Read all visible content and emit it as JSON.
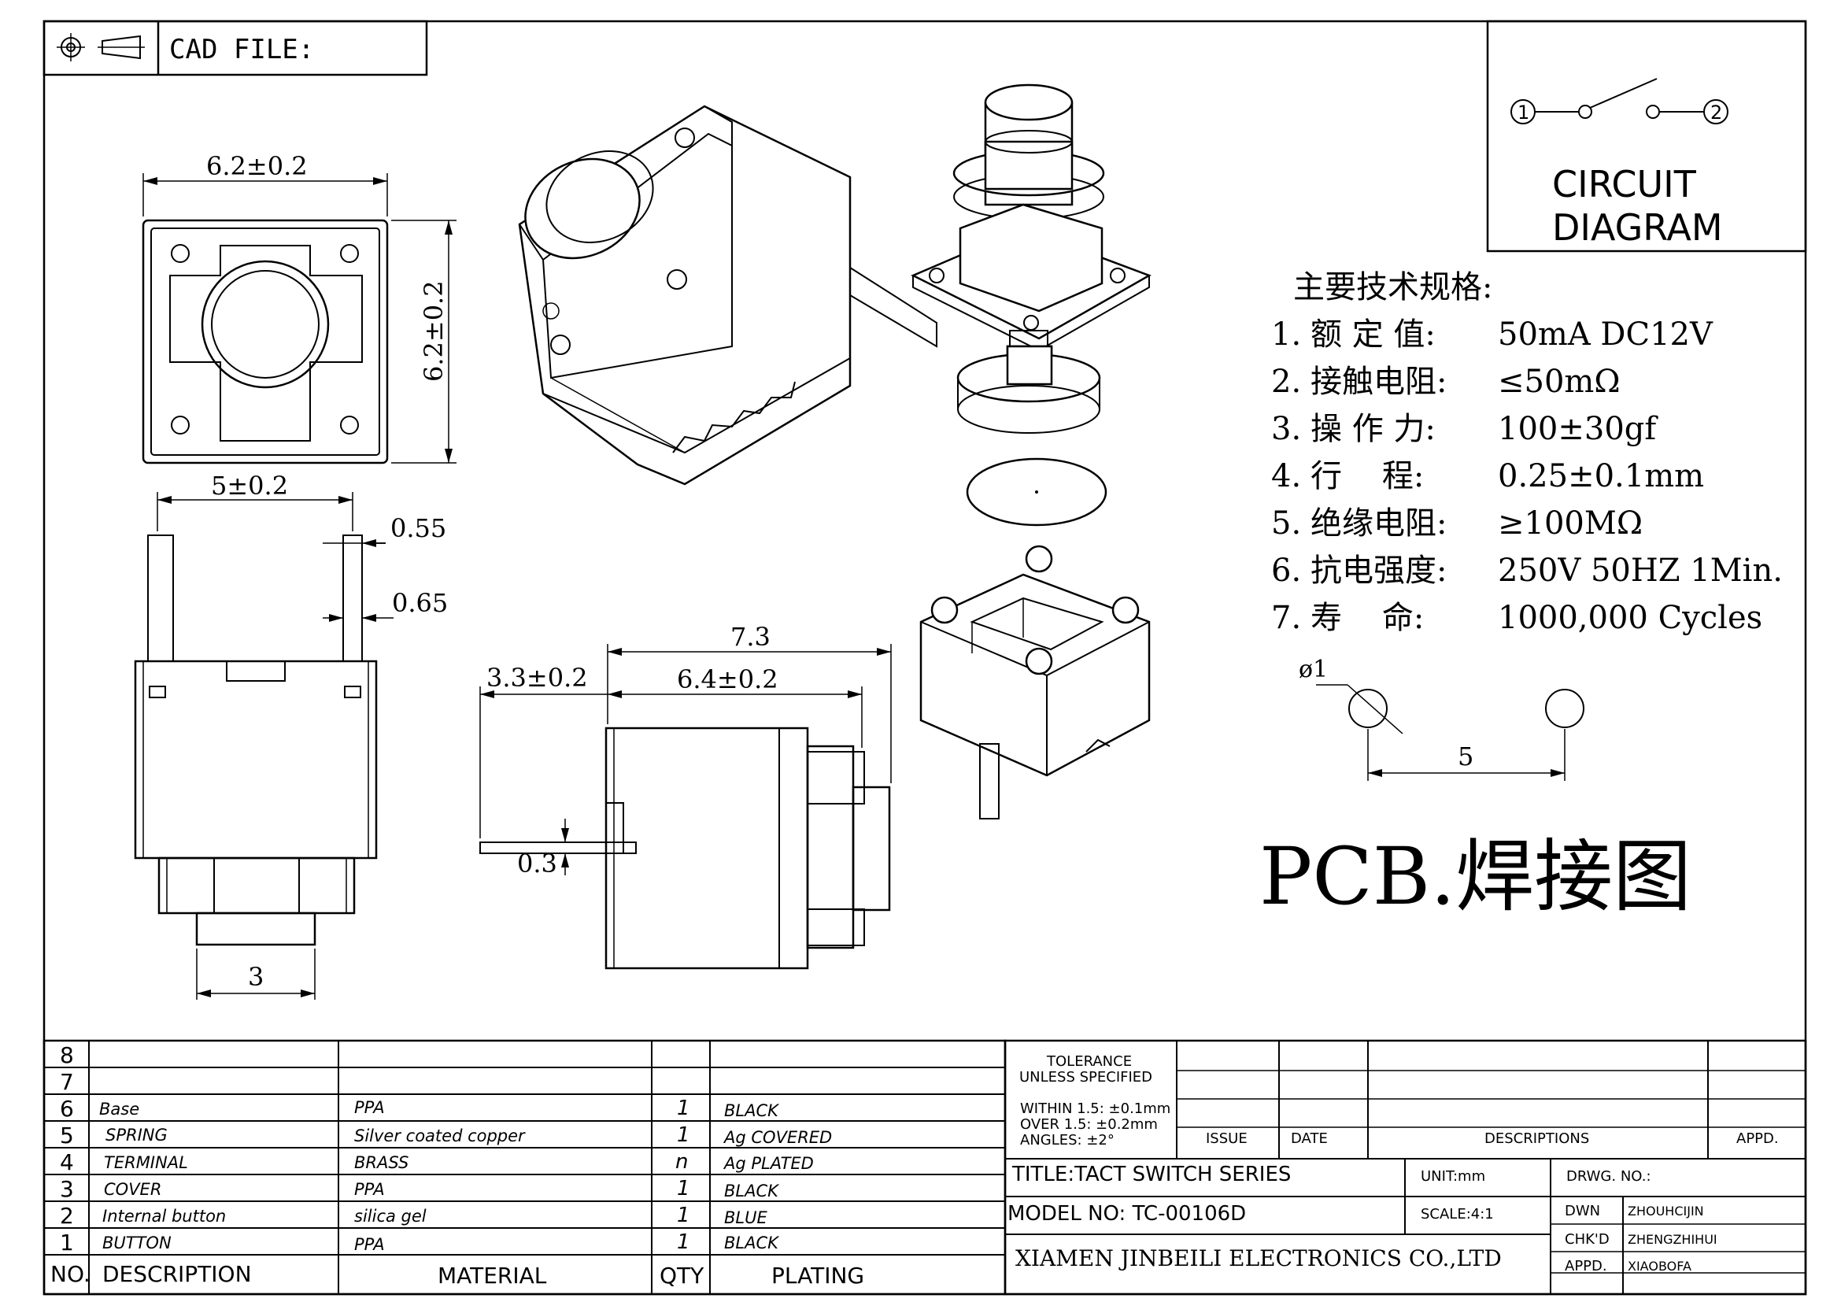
{
  "header": {
    "cad_label": "CAD FILE:"
  },
  "circuit": {
    "pin1": "1",
    "pin2": "2",
    "title_line1": "CIRCUIT",
    "title_line2": "DIAGRAM"
  },
  "specs": {
    "heading": "主要技术规格:",
    "items": [
      {
        "num": "1.",
        "name": "额 定 值:",
        "value": "50mA DC12V"
      },
      {
        "num": "2.",
        "name": "接触电阻:",
        "value": "≤50mΩ"
      },
      {
        "num": "3.",
        "name": "操 作 力:",
        "value": "100±30gf"
      },
      {
        "num": "4.",
        "name": "行    程:",
        "value": "0.25±0.1mm"
      },
      {
        "num": "5.",
        "name": "绝缘电阻:",
        "value": "≥100MΩ"
      },
      {
        "num": "6.",
        "name": "抗电强度:",
        "value": "250V 50HZ 1Min."
      },
      {
        "num": "7.",
        "name": "寿    命:",
        "value": "1000,000 Cycles"
      }
    ]
  },
  "pcb": {
    "hole_dia": "ø1",
    "pitch": "5",
    "title": "PCB.焊接图"
  },
  "dims": {
    "top_width": "6.2±0.2",
    "top_height": "6.2±0.2",
    "front_pitch": "5±0.2",
    "pin_055": "0.55",
    "pin_065": "0.65",
    "front_stem": "3",
    "side_overall": "7.3",
    "side_stem": "3.3±0.2",
    "side_body": "6.4±0.2",
    "side_pin": "0.3"
  },
  "bom": {
    "rows": [
      {
        "no": "8",
        "desc": "",
        "material": "",
        "qty": "",
        "plating": ""
      },
      {
        "no": "7",
        "desc": "",
        "material": "",
        "qty": "",
        "plating": ""
      },
      {
        "no": "6",
        "desc": "Base",
        "material": "PPA",
        "qty": "1",
        "plating": "BLACK"
      },
      {
        "no": "5",
        "desc": "SPRING",
        "material": "Silver coated copper",
        "qty": "1",
        "plating": "Ag COVERED"
      },
      {
        "no": "4",
        "desc": "TERMINAL",
        "material": "BRASS",
        "qty": "n",
        "plating": "Ag PLATED"
      },
      {
        "no": "3",
        "desc": "COVER",
        "material": "PPA",
        "qty": "1",
        "plating": "BLACK"
      },
      {
        "no": "2",
        "desc": "Internal button",
        "material": "silica gel",
        "qty": "1",
        "plating": "BLUE"
      },
      {
        "no": "1",
        "desc": "BUTTON",
        "material": "PPA",
        "qty": "1",
        "plating": "BLACK"
      }
    ],
    "headers": {
      "no": "NO.",
      "desc": "DESCRIPTION",
      "material": "MATERIAL",
      "qty": "QTY",
      "plating": "PLATING"
    }
  },
  "titleblock": {
    "tolerance_l1": "TOLERANCE",
    "tolerance_l2": "UNLESS SPECIFIED",
    "within": "WITHIN 1.5: ±0.1mm",
    "over": "OVER 1.5:  ±0.2mm",
    "angles": "ANGLES: ±2°",
    "issue": "ISSUE",
    "date": "DATE",
    "descriptions": "DESCRIPTIONS",
    "appd": "APPD.",
    "title": "TITLE:TACT SWITCH SERIES",
    "unit": "UNIT:mm",
    "drwg_no": "DRWG. NO.:",
    "model": "MODEL NO: TC-00106D",
    "scale": "SCALE:4:1",
    "dwn": "DWN",
    "dwn_name": "ZHOUHCIJIN",
    "chkd": "CHK'D",
    "chkd_name": "ZHENGZHIHUI",
    "appd2": "APPD.",
    "appd_name": "XIAOBOFA",
    "company": "XIAMEN JINBEILI ELECTRONICS CO.,LTD"
  }
}
